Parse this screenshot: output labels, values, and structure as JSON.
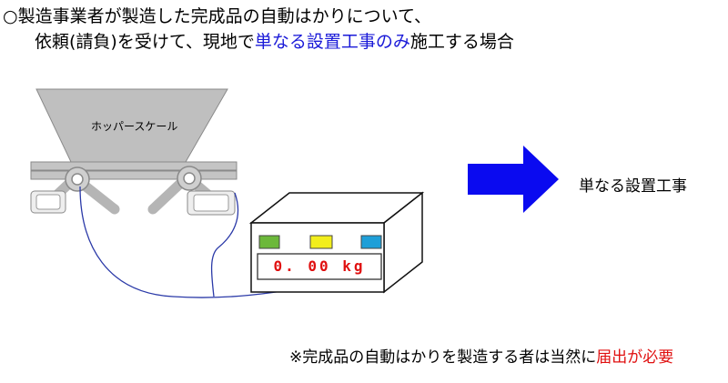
{
  "header": {
    "line1": "○製造事業者が製造した完成品の自動はかりについて、",
    "line2_prefix": "依頼(請負)を受けて、現地で",
    "line2_highlight": "単なる設置工事のみ",
    "line2_suffix": "施工する場合"
  },
  "hopper": {
    "label": "ホッパースケール"
  },
  "indicator": {
    "readout": "0. 00 kg",
    "button_colors": [
      "#6cb83a",
      "#f2ee1c",
      "#1f9fd8"
    ]
  },
  "result": {
    "label": "単なる設置工事",
    "arrow_color": "#0a0af0"
  },
  "footnote": {
    "prefix": "※完成品の自動はかりを製造する者は当然に",
    "highlight": "届出が必要"
  },
  "colors": {
    "highlight_blue": "#1a1ad8",
    "highlight_red": "#e01010",
    "cable": "#2b3aa8"
  }
}
